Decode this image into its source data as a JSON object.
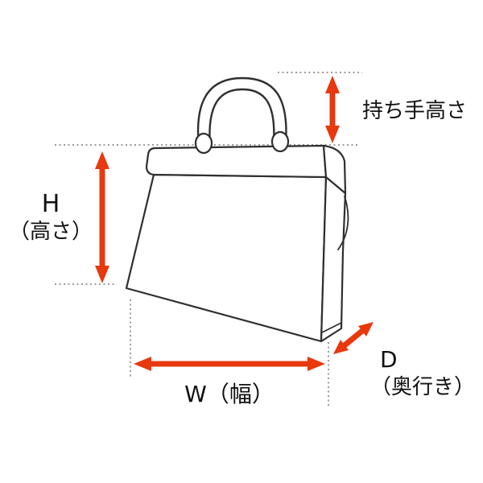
{
  "labels": {
    "handle_height": "持ち手高さ",
    "height_symbol": "H",
    "height_name": "（高さ）",
    "width": "W（幅）",
    "depth_symbol": "D",
    "depth_name": "（奥行き）"
  },
  "colors": {
    "arrow": "#e8380d",
    "outline": "#2f2f2f",
    "background": "#ffffff"
  }
}
